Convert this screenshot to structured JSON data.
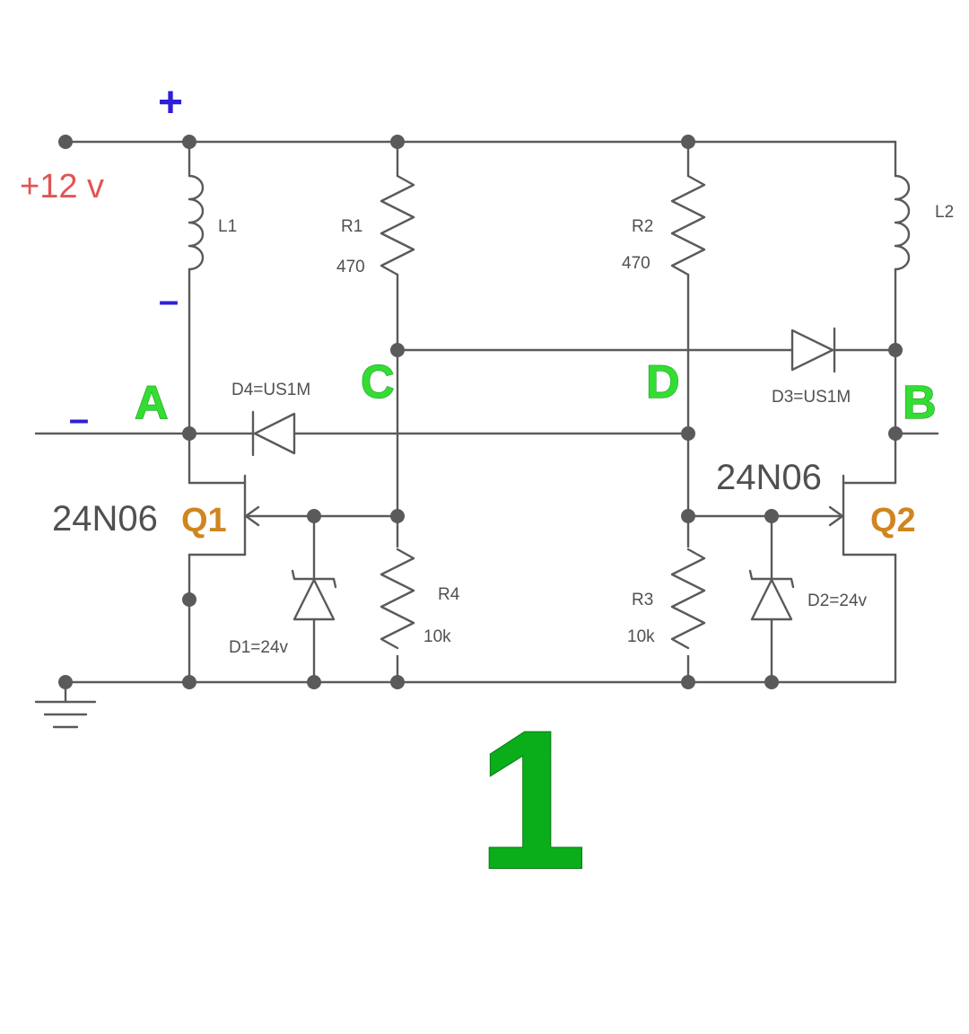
{
  "supply": {
    "label": "+12 v",
    "plus": "+",
    "minus": "–"
  },
  "inductors": {
    "l1": "L1",
    "l2": "L2"
  },
  "resistors": {
    "r1": {
      "name": "R1",
      "value": "470"
    },
    "r2": {
      "name": "R2",
      "value": "470"
    },
    "r3": {
      "name": "R3",
      "value": "10k"
    },
    "r4": {
      "name": "R4",
      "value": "10k"
    }
  },
  "diodes": {
    "d1": "D1=24v",
    "d2": "D2=24v",
    "d3": "D3=US1M",
    "d4": "D4=US1M"
  },
  "transistors": {
    "q1": {
      "name": "Q1",
      "part": "24N06"
    },
    "q2": {
      "name": "Q2",
      "part": "24N06"
    }
  },
  "nodes": {
    "a": "A",
    "b": "B",
    "c": "C",
    "d": "D"
  },
  "output_minus": "–",
  "figure_number": "1",
  "colors": {
    "wire": "#5a5a5a",
    "node_label": "#33dd33",
    "transistor_label": "#d08520",
    "polarity": "#2d1fd6",
    "supply_label": "#e05555",
    "figure_number": "#0aad1a"
  }
}
